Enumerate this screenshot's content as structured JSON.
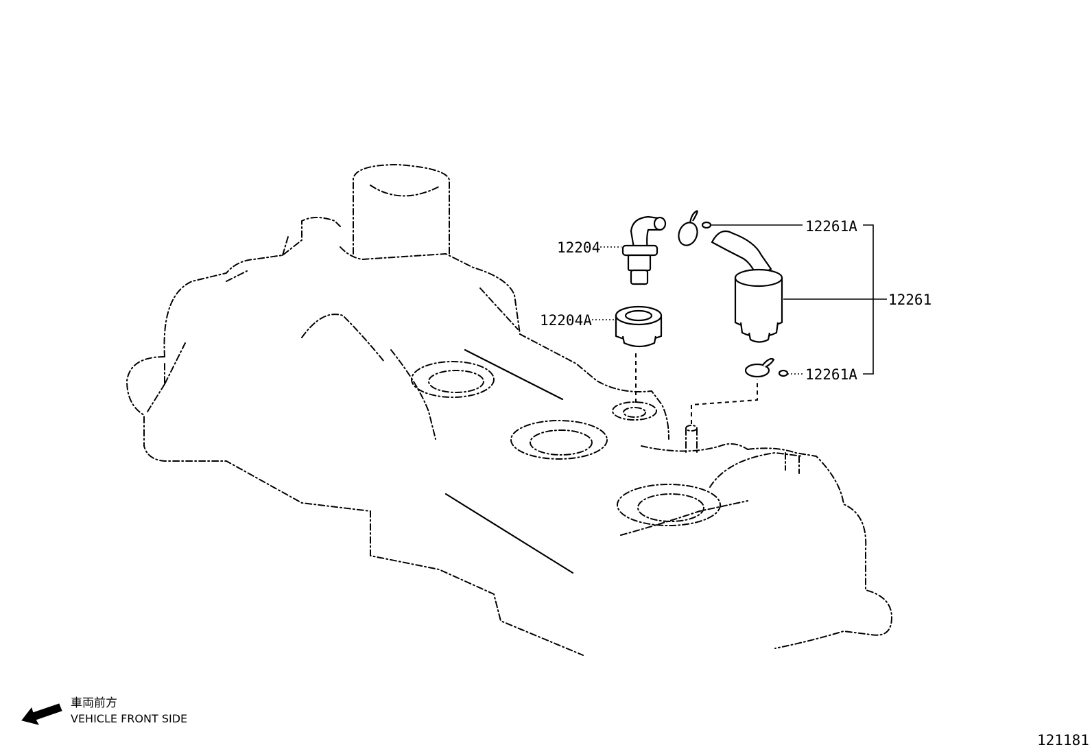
{
  "callouts": {
    "c12204": "12204",
    "c12204a": "12204A",
    "c12261a_top": "12261A",
    "c12261": "12261",
    "c12261a_bottom": "12261A"
  },
  "direction_note": {
    "japanese": "車両前方",
    "english": "VEHICLE FRONT SIDE",
    "icon": "arrow-left-down-icon"
  },
  "figure_number": "121181"
}
